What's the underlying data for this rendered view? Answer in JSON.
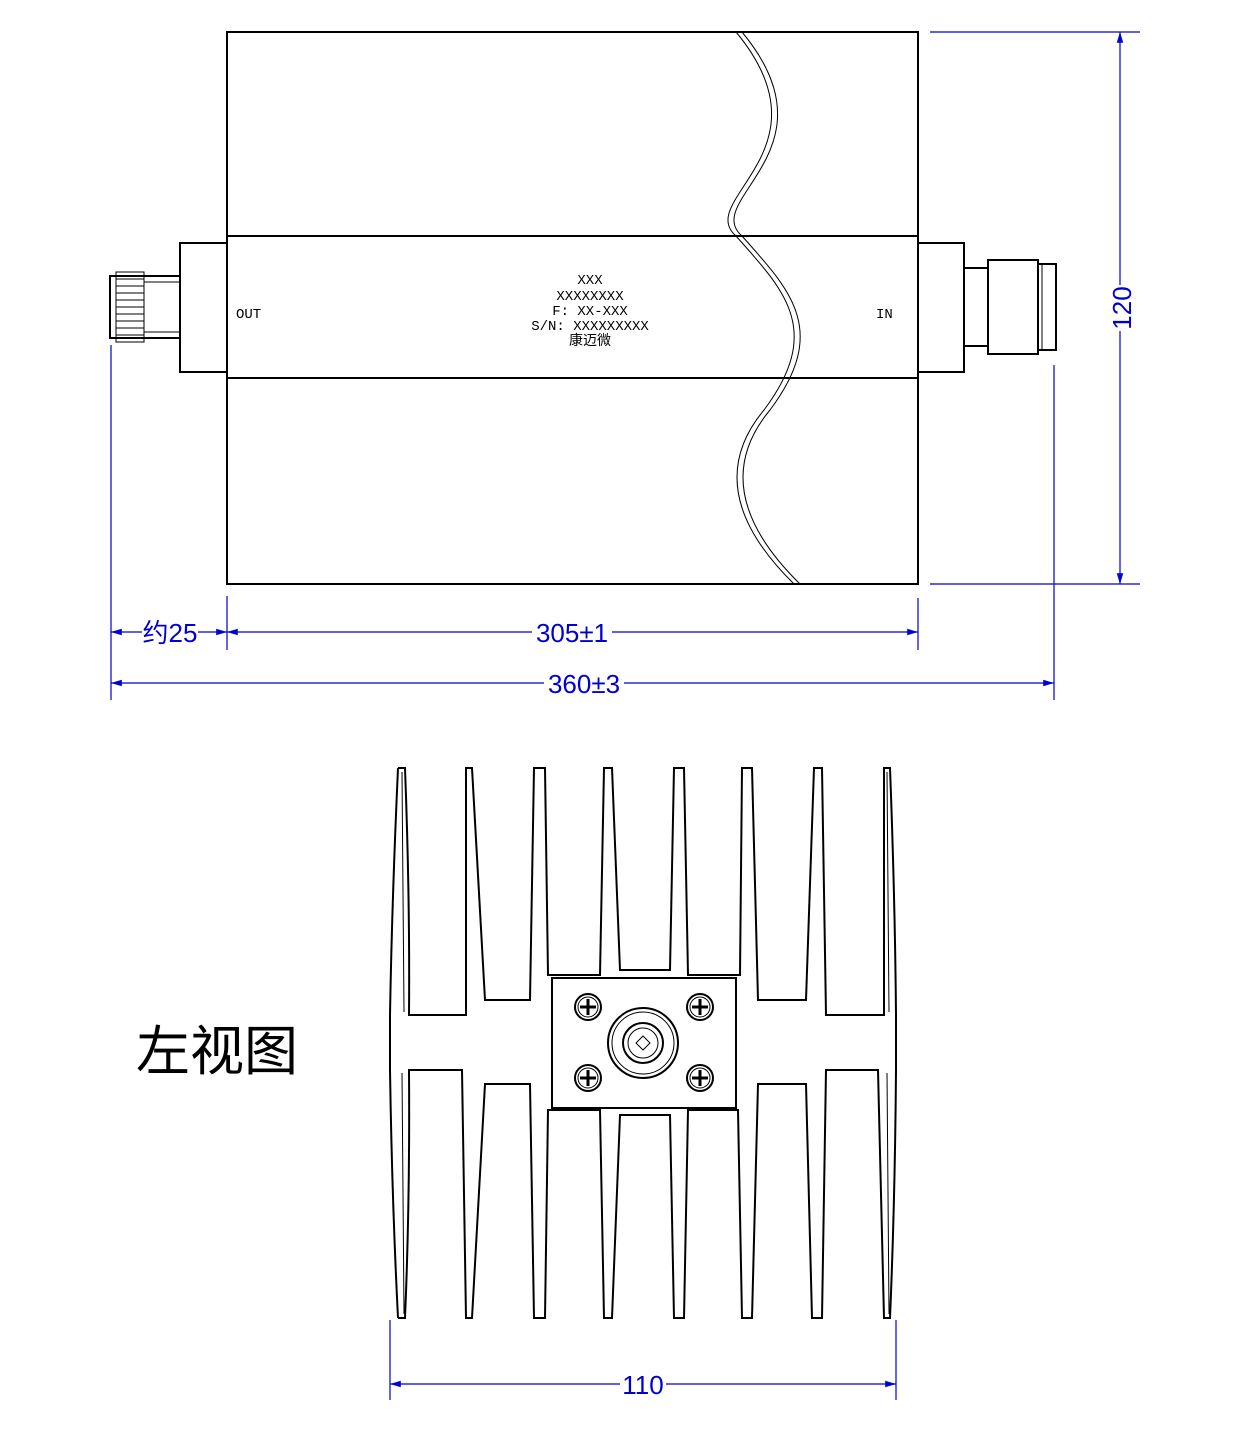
{
  "top_view": {
    "port_out": "OUT",
    "port_in": "IN",
    "nameplate": {
      "line1": "XXX",
      "line2": "XXXXXXXX",
      "line3": "F: XX-XXX",
      "line4": "S/N: XXXXXXXXX",
      "line5": "康迈微"
    }
  },
  "dimensions": {
    "height": "120",
    "connector_length": "约25",
    "body_length": "305±1",
    "total_length": "360±3",
    "width": "110"
  },
  "side_view": {
    "title": "左视图"
  },
  "colors": {
    "line": "#000000",
    "dimension": "#0000d0"
  }
}
